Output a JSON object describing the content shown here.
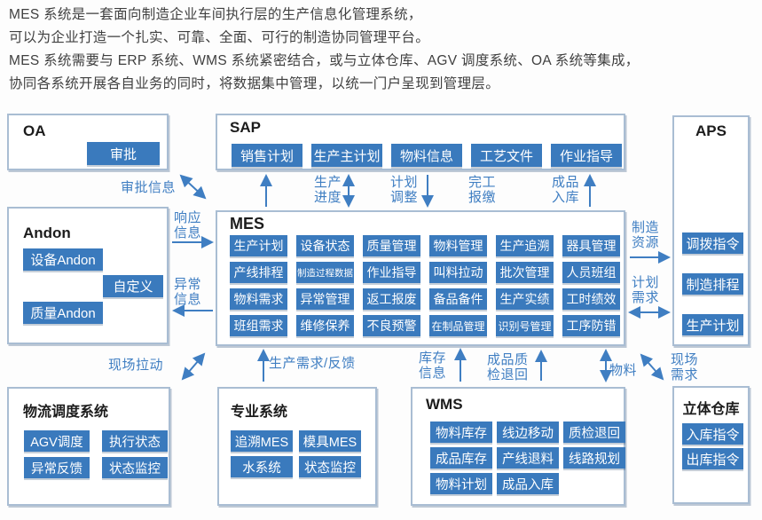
{
  "intro": {
    "lines": [
      "MES 系统是一套面向制造企业车间执行层的生产信息化管理系统，",
      "可以为企业打造一个扎实、可靠、全面、可行的制造协同管理平台。",
      "MES 系统需要与 ERP 系统、WMS 系统紧密结合，或与立体仓库、AGV 调度系统、OA 系统等集成，",
      "协同各系统开展各自业务的同时，将数据集中管理，以统一门户呈现到管理层。"
    ]
  },
  "boxes": {
    "oa": {
      "title": "OA",
      "items": [
        "审批"
      ]
    },
    "sap": {
      "title": "SAP",
      "items": [
        "销售计划",
        "生产主计划",
        "物料信息",
        "工艺文件",
        "作业指导"
      ]
    },
    "aps": {
      "title": "APS",
      "items": [
        "调拨指令",
        "制造排程",
        "生产计划"
      ]
    },
    "andon": {
      "title": "Andon",
      "items": [
        "设备Andon",
        "自定义",
        "质量Andon"
      ]
    },
    "mes": {
      "title": "MES",
      "items": [
        "生产计划",
        "设备状态",
        "质量管理",
        "物料管理",
        "生产追溯",
        "器具管理",
        "产线排程",
        "制造过程数据",
        "作业指导",
        "叫料拉动",
        "批次管理",
        "人员班组",
        "物料需求",
        "异常管理",
        "返工报废",
        "备品备件",
        "生产实绩",
        "工时绩效",
        "班组需求",
        "维修保养",
        "不良预警",
        "在制品管理",
        "识别号管理",
        "工序防错"
      ]
    },
    "logistics": {
      "title": "物流调度系统",
      "items": [
        "AGV调度",
        "执行状态",
        "异常反馈",
        "状态监控"
      ]
    },
    "specialized": {
      "title": "专业系统",
      "items": [
        "追溯MES",
        "模具MES",
        "水系统",
        "状态监控"
      ]
    },
    "wms": {
      "title": "WMS",
      "items": [
        "物料库存",
        "线边移动",
        "质检退回",
        "成品库存",
        "产线退料",
        "线路规划",
        "物料计划",
        "成品入库"
      ]
    },
    "warehouse": {
      "title": "立体仓库",
      "items": [
        "入库指令",
        "出库指令"
      ]
    }
  },
  "labels": {
    "approval": "审批信息",
    "response": "响应信息",
    "abnormal": "异常信息",
    "progress": "生产进度",
    "plan_adjust": "计划调整",
    "completion": "完工报缴",
    "finished_storage": "成品入库",
    "mfg_resource": "制造资源",
    "plan_demand": "计划需求",
    "site_pull": "现场拉动",
    "prod_feedback": "生产需求/反馈",
    "inventory": "库存信息",
    "quality_return": "成品质检退回",
    "material": "物料",
    "site_demand": "现场需求"
  },
  "colors": {
    "accent": "#3a7abd",
    "arrow": "#3f7ec2",
    "box_border": "#a9bdd3",
    "title_text": "#1c1c1c",
    "body_text": "#3f3f3f"
  }
}
